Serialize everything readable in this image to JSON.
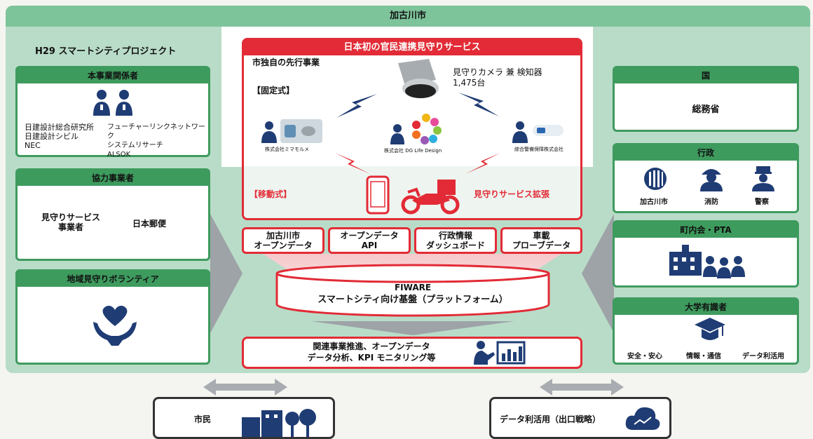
{
  "header": {
    "city": "加古川市"
  },
  "project_title": "H29 スマートシティプロジェクト",
  "left": {
    "stakeholders": {
      "title": "本事業関係者",
      "col1": [
        "日建設計総合研究所",
        "日建設計シビル",
        "NEC"
      ],
      "col2": [
        "フューチャーリンクネットワーク",
        "システムリサーチ",
        "ALSOK"
      ]
    },
    "partners": {
      "title": "協力事業者",
      "item1_line1": "見守りサービス",
      "item1_line2": "事業者",
      "item2": "日本郵便"
    },
    "volunteers": {
      "title": "地域見守りボランティア"
    }
  },
  "center": {
    "service_title": "日本初の官民連携見守りサービス",
    "pilot_label": "市独自の先行事業",
    "fixed_label": "【固定式】",
    "camera_label_line1": "見守りカメラ 兼 検知器",
    "camera_label_line2": "1,475台",
    "company1": "株式会社ミマモルメ",
    "company2": "株式会社 DG Life Design",
    "company3": "綜合警備保障株式会社",
    "mobile_label": "【移動式】",
    "expansion_label": "見守りサービス拡張",
    "data_sources": [
      {
        "line1": "加古川市",
        "line2": "オープンデータ"
      },
      {
        "line1": "オープンデータ",
        "line2": "API"
      },
      {
        "line1": "行政情報",
        "line2": "ダッシュボード"
      },
      {
        "line1": "車載",
        "line2": "プローブデータ"
      }
    ],
    "platform_line1": "FIWARE",
    "platform_line2": "スマートシティ向け基盤（プラットフォーム）",
    "outcome_line1": "関連事業推進、オープンデータ",
    "outcome_line2": "データ分析、KPI モニタリング等"
  },
  "right": {
    "country": {
      "title": "国",
      "body": "総務省"
    },
    "admin": {
      "title": "行政",
      "items": [
        "加古川市",
        "消防",
        "警察"
      ]
    },
    "community": {
      "title": "町内会・PTA"
    },
    "academia": {
      "title": "大学有識者",
      "items": [
        "安全・安心",
        "情報・通信",
        "データ利活用"
      ]
    }
  },
  "bottom": {
    "citizens": "市民",
    "data_use": "データ利活用（出口戦略）"
  },
  "colors": {
    "green_dark": "#3e9b5e",
    "green_light": "#b9dcc8",
    "red": "#e22b36"
  }
}
